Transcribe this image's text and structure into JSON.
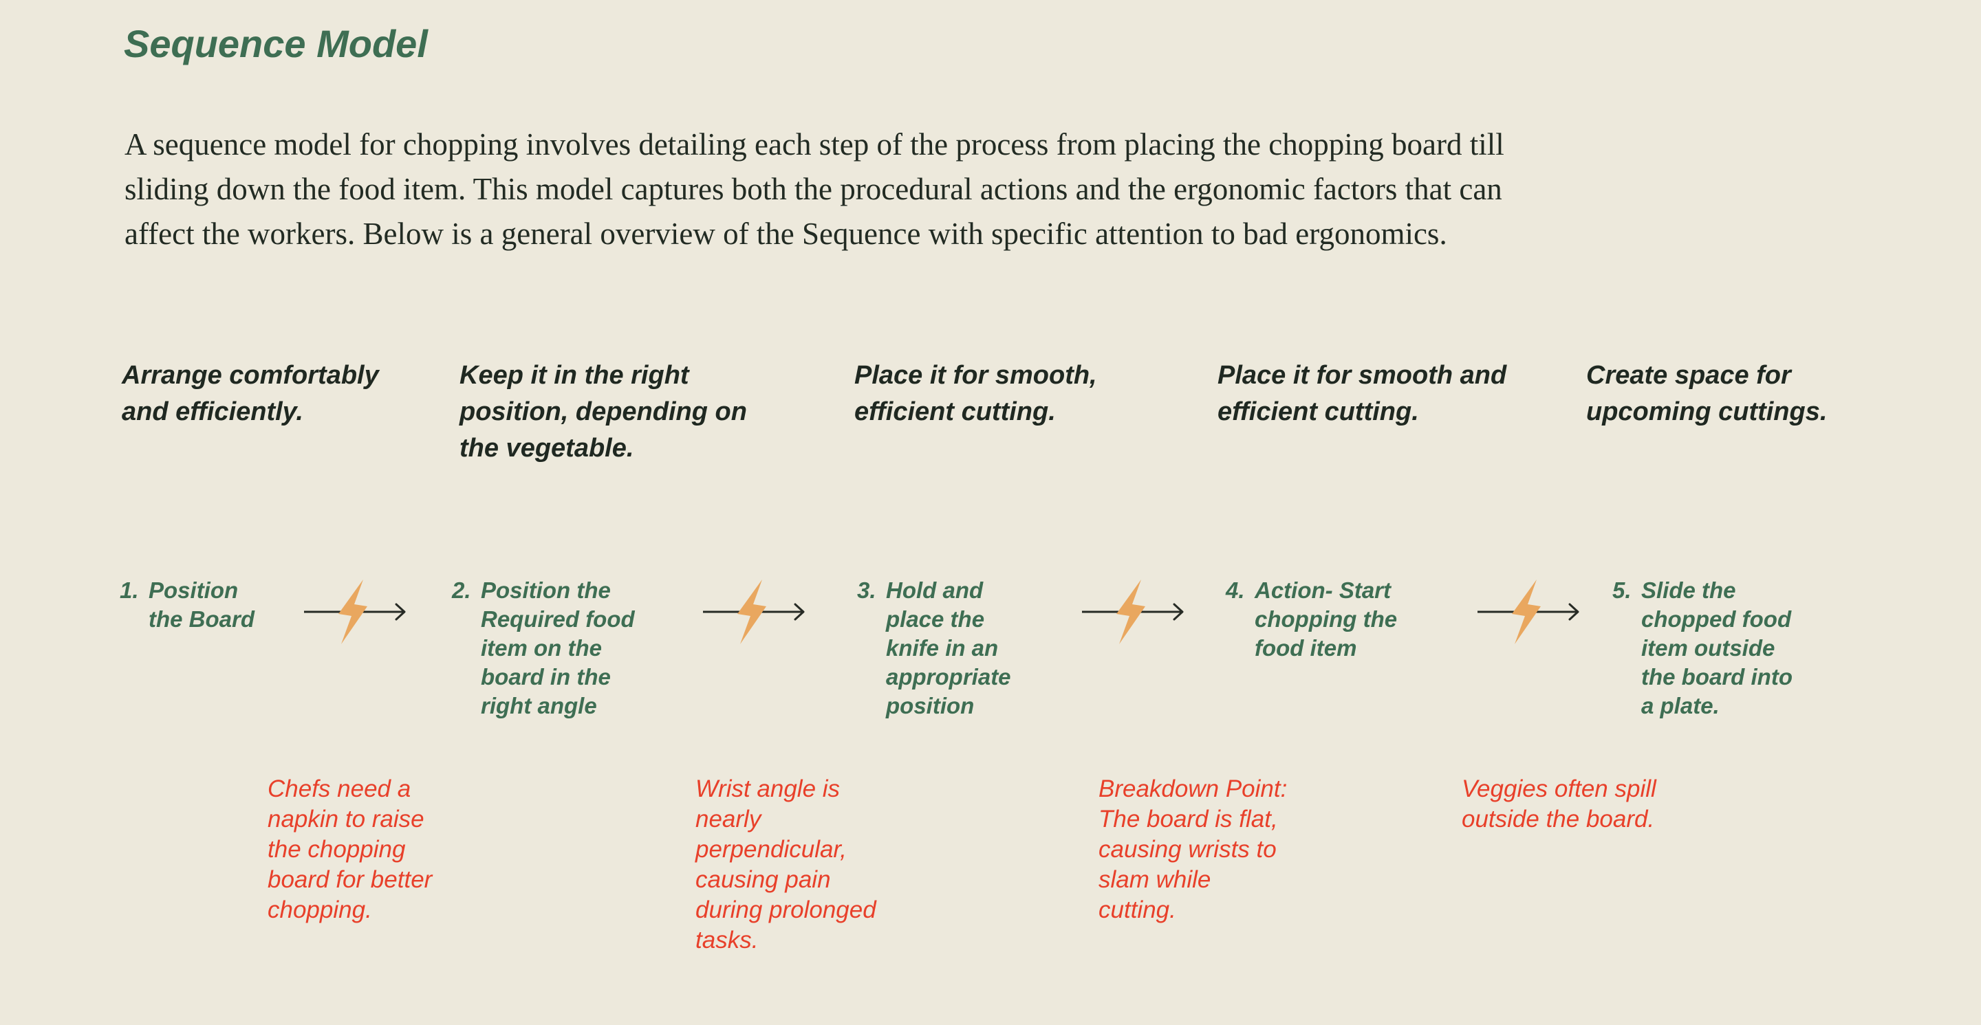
{
  "header": {
    "title": "Sequence Model",
    "intro": "A sequence model for chopping involves detailing each step of the process from placing the chopping board till\nsliding down the food item. This model captures both the procedural actions and the ergonomic factors that can\naffect the workers. Below is a general overview of the Sequence with specific attention to bad ergonomics."
  },
  "sequence": {
    "steps": [
      {
        "num": "1.",
        "label": "Position\nthe Board",
        "hint": "Arrange comfortably\nand efficiently."
      },
      {
        "num": "2.",
        "label": "Position the\nRequired food\nitem on the\nboard in the\nright angle",
        "hint": "Keep it in the right\nposition, depending on\nthe vegetable."
      },
      {
        "num": "3.",
        "label": "Hold and\nplace the\nknife in an\nappropriate\nposition",
        "hint": "Place it for smooth,\nefficient cutting."
      },
      {
        "num": "4.",
        "label": "Action- Start\nchopping the\nfood item",
        "hint": "Place it for smooth and\nefficient cutting."
      },
      {
        "num": "5.",
        "label": "Slide the\nchopped food\nitem outside\nthe board into\na plate.",
        "hint": "Create space for\nupcoming cuttings."
      }
    ],
    "breakdown_notes": [
      "Chefs need a\nnapkin to raise\nthe chopping\nboard for better\nchopping.",
      "Wrist angle is\nnearly\nperpendicular,\ncausing pain\nduring prolonged\ntasks.",
      "Breakdown Point:\nThe board is flat,\ncausing wrists to\nslam while\ncutting.",
      "Veggies often spill\noutside the board."
    ]
  },
  "icons": {
    "transition_icon": "lightning-bolt-icon",
    "flow_icon": "arrow-right-icon"
  },
  "colors": {
    "background": "#EDE9DC",
    "heading_green": "#3E6E53",
    "body_dark": "#222B23",
    "hint_dark": "#1F2821",
    "alert_red": "#E8402A",
    "bolt_orange": "#E9A75F",
    "arrow_dark": "#272B25"
  }
}
